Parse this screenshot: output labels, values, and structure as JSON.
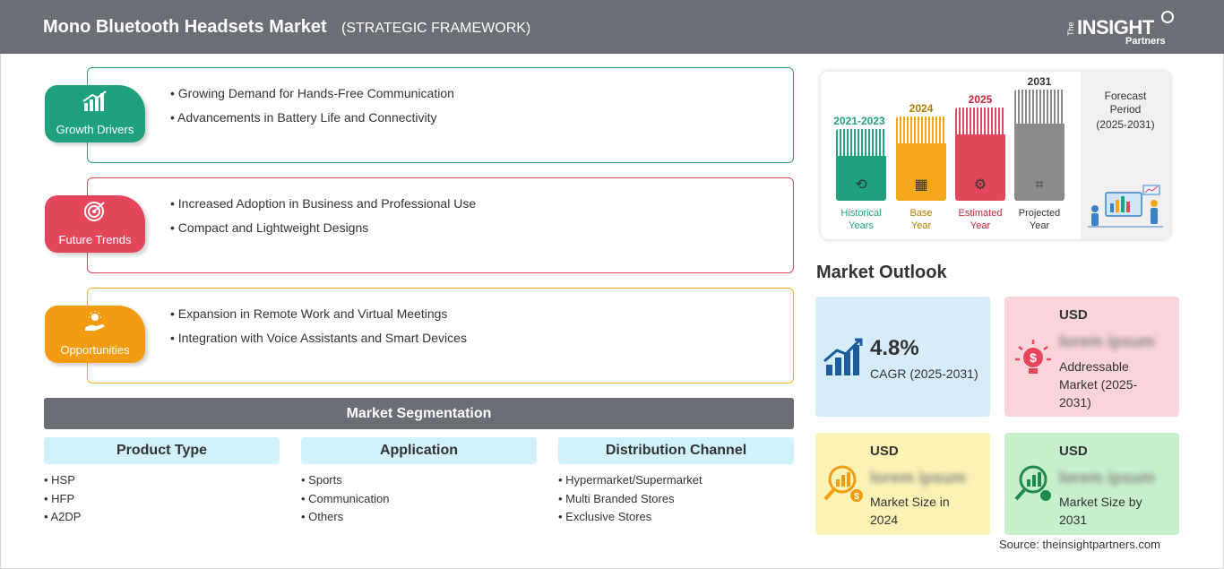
{
  "header": {
    "title": "Mono Bluetooth Headsets Market",
    "subtitle": "(STRATEGIC FRAMEWORK)",
    "logo_the": "The",
    "logo_insight": "INSIGHT",
    "logo_partners": "Partners"
  },
  "drivers": {
    "label": "Growth Drivers",
    "items": [
      "Growing Demand for Hands-Free Communication",
      "Advancements in Battery Life and Connectivity"
    ],
    "color": "#1fa07f"
  },
  "trends": {
    "label": "Future Trends",
    "items": [
      "Increased Adoption in Business and Professional Use",
      "Compact and Lightweight Designs"
    ],
    "color": "#e4475c"
  },
  "opportunities": {
    "label": "Opportunities",
    "items": [
      "Expansion in Remote Work and Virtual Meetings",
      "Integration with Voice Assistants and Smart Devices"
    ],
    "color": "#f39c12"
  },
  "segmentation": {
    "title": "Market Segmentation",
    "columns": [
      {
        "heading": "Product Type",
        "items": [
          "HSP",
          "HFP",
          "A2DP"
        ]
      },
      {
        "heading": "Application",
        "items": [
          "Sports",
          "Communication",
          "Others"
        ]
      },
      {
        "heading": "Distribution Channel",
        "items": [
          "Hypermarket/Supermarket",
          "Multi Branded Stores",
          "Exclusive Stores"
        ]
      }
    ]
  },
  "timeline": {
    "periods": [
      {
        "year": "2021-2023",
        "line1": "Historical",
        "line2": "Years",
        "color": "#1fa07f",
        "icon": "history-icon",
        "glyph": "⟲"
      },
      {
        "year": "2024",
        "line1": "Base",
        "line2": "Year",
        "color": "#f3a81b",
        "icon": "calendar-icon",
        "glyph": "▦"
      },
      {
        "year": "2025",
        "line1": "Estimated",
        "line2": "Year",
        "color": "#e4475c",
        "icon": "estimate-icon",
        "glyph": "⚙"
      },
      {
        "year": "2031",
        "line1": "Projected",
        "line2": "Year",
        "color": "#8a8a8a",
        "icon": "presentation-icon",
        "glyph": "⌗"
      }
    ],
    "forecast_title_1": "Forecast",
    "forecast_title_2": "Period",
    "forecast_period": "(2025-2031)"
  },
  "outlook": {
    "title": "Market Outlook",
    "cagr_value": "4.8%",
    "cagr_label": "CAGR (2025-2031)",
    "addressable": {
      "currency": "USD",
      "value": "lorem ipsum",
      "label_1": "Addressable",
      "label_2": "Market (2025-",
      "label_3": "2031)"
    },
    "size_2024": {
      "currency": "USD",
      "value": "lorem ipsum",
      "label_1": "Market Size in",
      "label_2": "2024"
    },
    "size_2031": {
      "currency": "USD",
      "value": "lorem ipsum",
      "label_1": "Market Size by",
      "label_2": "2031"
    },
    "colors": {
      "cagr_bg": "#d6ecf8",
      "addressable_bg": "#f9d4da",
      "size_2024_bg": "#fbf3b5",
      "size_2031_bg": "#c8efcc"
    }
  },
  "source": "Source: theinsightpartners.com"
}
